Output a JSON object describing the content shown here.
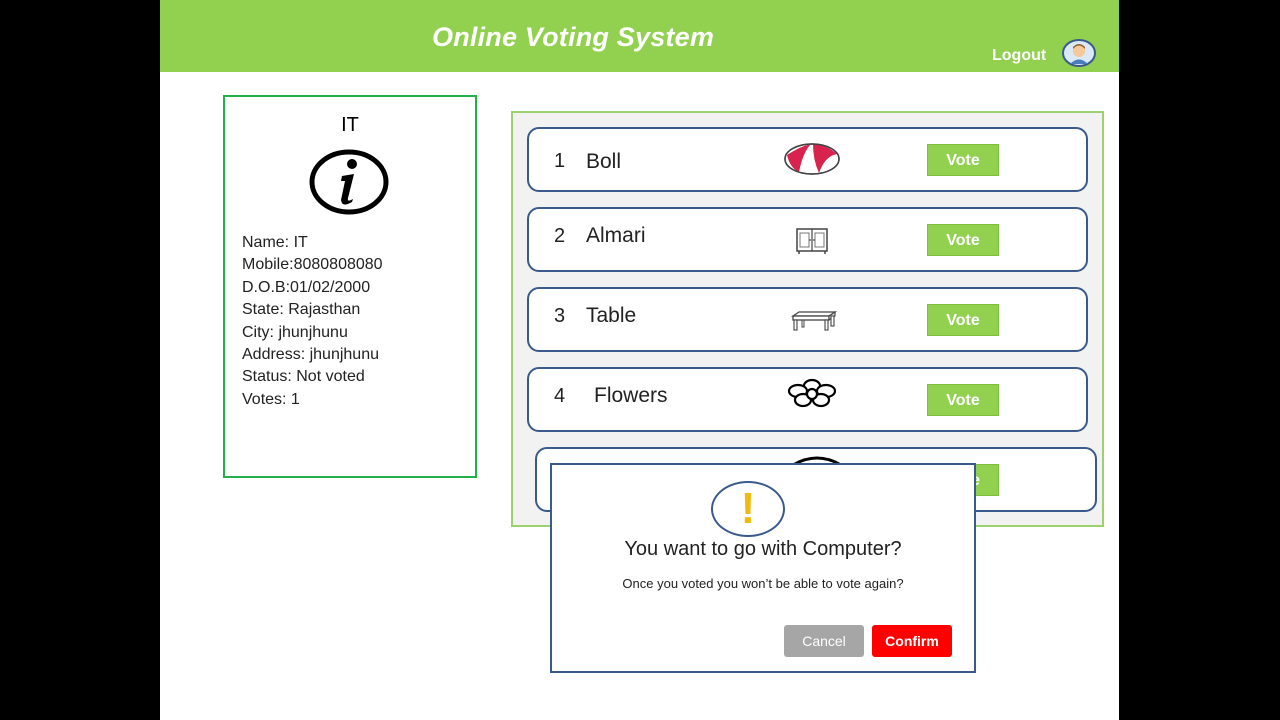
{
  "header": {
    "title": "Online Voting System",
    "logout_label": "Logout",
    "avatar_icon": "user-avatar-icon",
    "bg_color": "#92d050"
  },
  "profile": {
    "title": "IT",
    "icon": "info-icon",
    "details": [
      "Name:  IT",
      "Mobile:8080808080",
      "D.O.B:01/02/2000",
      "State: Rajasthan",
      "City: jhunjhunu",
      "Address: jhunjhunu",
      "Status: Not voted",
      "Votes: 1"
    ]
  },
  "candidates": [
    {
      "number": "1",
      "name": "Boll",
      "icon": "ball-icon",
      "vote_label": "Vote"
    },
    {
      "number": "2",
      "name": "Almari",
      "icon": "almari-icon",
      "vote_label": "Vote"
    },
    {
      "number": "3",
      "name": "Table",
      "icon": "table-icon",
      "vote_label": "Vote"
    },
    {
      "number": "4",
      "name": "Flowers",
      "icon": "flower-icon",
      "vote_label": "Vote"
    },
    {
      "number": "",
      "name": "",
      "icon": "computer-icon",
      "vote_label": "e"
    }
  ],
  "dialog": {
    "icon": "warning-icon",
    "warn_symbol": "!",
    "title": "You want to go with Computer?",
    "message": "Once you voted you won’t be able to vote again?",
    "cancel_label": "Cancel",
    "confirm_label": "Confirm",
    "confirm_color": "#ff0000",
    "cancel_color": "#a6a6a6"
  }
}
